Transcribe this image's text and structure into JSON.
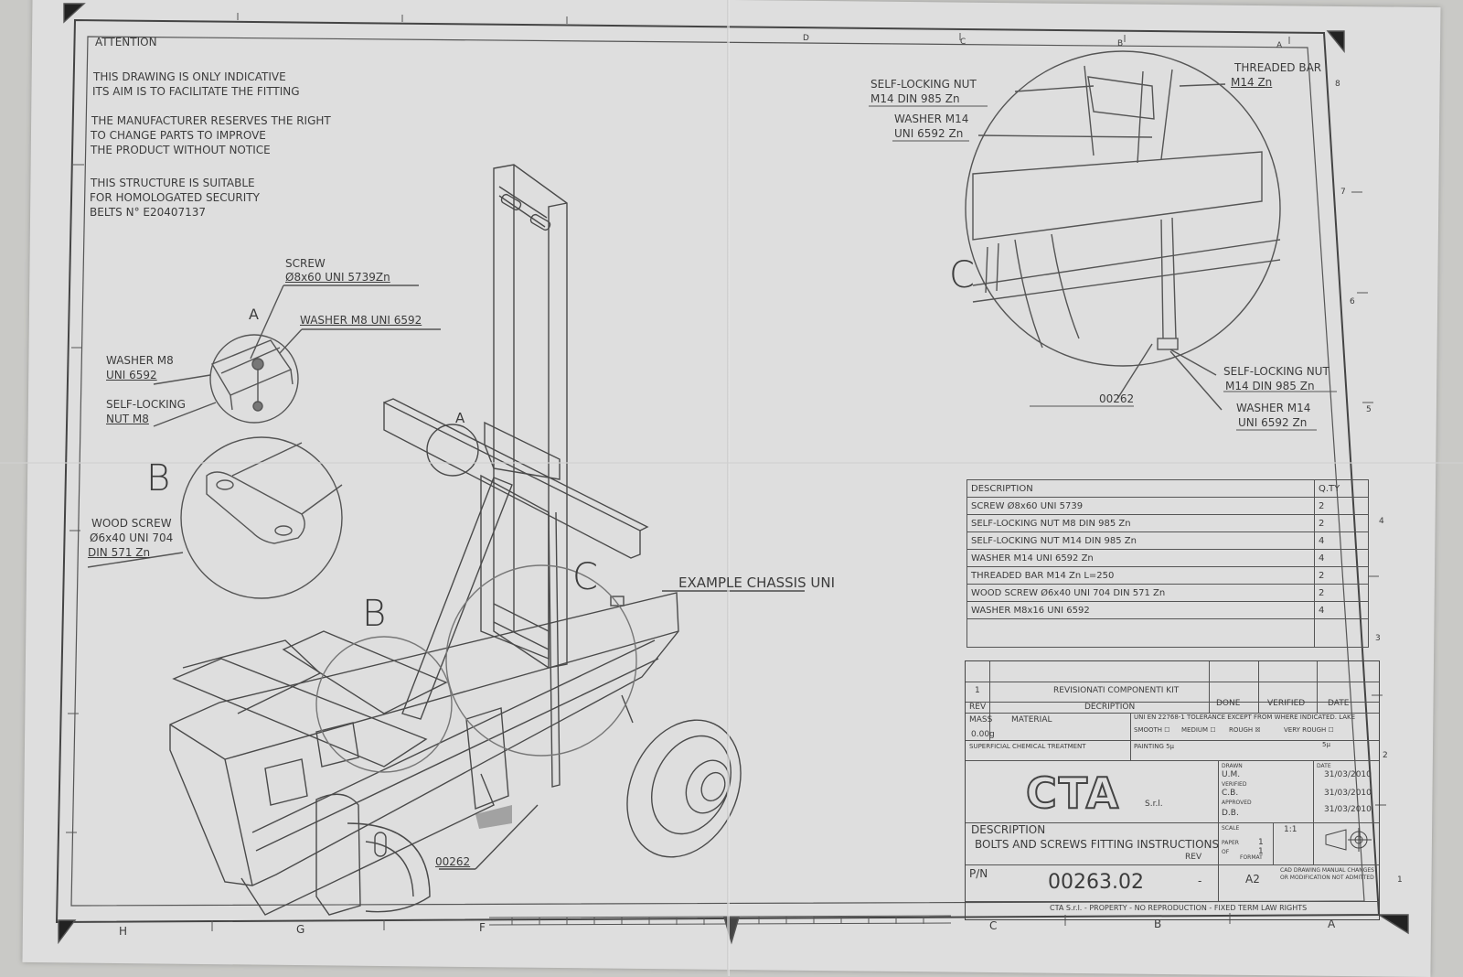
{
  "attention": {
    "heading": "ATTENTION",
    "line1a": "THIS DRAWING IS ONLY INDICATIVE",
    "line1b": "ITS AIM IS TO FACILITATE THE FITTING",
    "line2a": "THE MANUFACTURER RESERVES THE RIGHT",
    "line2b": "TO CHANGE PARTS TO IMPROVE",
    "line2c": "THE PRODUCT WITHOUT NOTICE",
    "line3a": "THIS STRUCTURE IS SUITABLE",
    "line3b": "FOR HOMOLOGATED SECURITY",
    "line3c": "BELTS N° E20407137"
  },
  "callouts": {
    "screw_a": "SCREW",
    "screw_b": "Ø8x60 UNI 5739Zn",
    "washer_m8_top": "WASHER M8 UNI 6592",
    "washer_m8_left_a": "WASHER M8",
    "washer_m8_left_b": "UNI 6592",
    "nut_m8_a": "SELF-LOCKING",
    "nut_m8_b": "NUT M8",
    "wood_a": "WOOD SCREW",
    "wood_b": "Ø6x40 UNI 704",
    "wood_c": "DIN 571 Zn",
    "detail_a": "A",
    "detail_a2": "A",
    "detail_b": "B",
    "detail_b2": "B",
    "detail_c": "C",
    "detail_c2": "C",
    "example_chassis": "EXAMPLE CHASSIS UNI",
    "part_00262_a": "00262",
    "part_00262_b": "00262",
    "nut_m14_top_a": "SELF-LOCKING NUT",
    "nut_m14_top_b": "M14 DIN 985 Zn",
    "washer_m14_top_a": "WASHER M14",
    "washer_m14_top_b": "UNI 6592 Zn",
    "threaded_a": "THREADED BAR",
    "threaded_b": "M14 Zn",
    "nut_m14_bot_a": "SELF-LOCKING NUT",
    "nut_m14_bot_b": "M14 DIN 985 Zn",
    "washer_m14_bot_a": "WASHER M14",
    "washer_m14_bot_b": "UNI 6592 Zn"
  },
  "parts_table": {
    "header_desc": "DESCRIPTION",
    "header_qty": "Q.TY",
    "rows": [
      {
        "desc": "SCREW Ø8x60 UNI 5739",
        "qty": "2"
      },
      {
        "desc": "SELF-LOCKING NUT M8 DIN 985 Zn",
        "qty": "2"
      },
      {
        "desc": "SELF-LOCKING NUT M14 DIN 985 Zn",
        "qty": "4"
      },
      {
        "desc": "WASHER M14 UNI 6592 Zn",
        "qty": "4"
      },
      {
        "desc": "THREADED BAR M14 Zn L=250",
        "qty": "2"
      },
      {
        "desc": "WOOD SCREW Ø6x40 UNI 704 DIN 571 Zn",
        "qty": "2"
      },
      {
        "desc": "WASHER M8x16 UNI 6592",
        "qty": "4"
      }
    ]
  },
  "title_block": {
    "rev_num": "1",
    "rev_desc": "REVISIONATI COMPONENTI KIT",
    "rev_label": "REV",
    "decription_label": "DECRIPTION",
    "done_label": "DONE",
    "verified_label": "VERIFIED",
    "date_label": "DATE",
    "mass_label": "MASS",
    "mass_value": "0.00g",
    "material_label": "MATERIAL",
    "tolerance": "UNI EN 22768-1 TOLERANCE EXCEPT FROM WHERE INDICATED. LAKE",
    "smooth": "SMOOTH",
    "medium": "MEDIUM",
    "rough": "ROUGH",
    "very_rough": "VERY ROUGH",
    "surface": "SUPERFICIAL CHEMICAL TREATMENT",
    "painting": "PAINTING 5µ",
    "sp": "5µ",
    "company": "CTA",
    "srl": "S.r.l.",
    "drawn_label": "DRAWN",
    "drawn_by": "U.M.",
    "drawn_date": "31/03/2010",
    "verified_by_label": "VERIFIED",
    "verified_by": "C.B.",
    "verified_date": "31/03/2010",
    "approved_label": "APPROVED",
    "approved_by": "D.B.",
    "approved_date": "31/03/2010",
    "date_small": "DATE",
    "scale_label": "SCALE",
    "scale": "1:1",
    "paper_label": "PAPER",
    "paper_value": "1",
    "of_label": "OF",
    "of_value": "1",
    "format_label": "FORMAT",
    "format_value": "A2",
    "description_label": "DESCRIPTION",
    "description_value": "BOLTS AND SCREWS FITTING INSTRUCTIONS",
    "pn_label": "P/N",
    "pn_value": "00263.02",
    "rev_small": "REV",
    "rev_value": "-",
    "cad_note_a": "CAD DRAWING MANUAL CHANGES",
    "cad_note_b": "OR MODIFICATION NOT ADMITTED",
    "footer": "CTA S.r.l. - PROPERTY - NO REPRODUCTION - FIXED TERM LAW RIGHTS"
  },
  "border": {
    "bottom_letters": [
      "H",
      "G",
      "F",
      "C",
      "B",
      "A"
    ],
    "right_numbers": [
      "8",
      "7",
      "6",
      "5",
      "4",
      "3",
      "2",
      "1"
    ],
    "top_letters": [
      "D",
      "C",
      "B",
      "A"
    ]
  }
}
